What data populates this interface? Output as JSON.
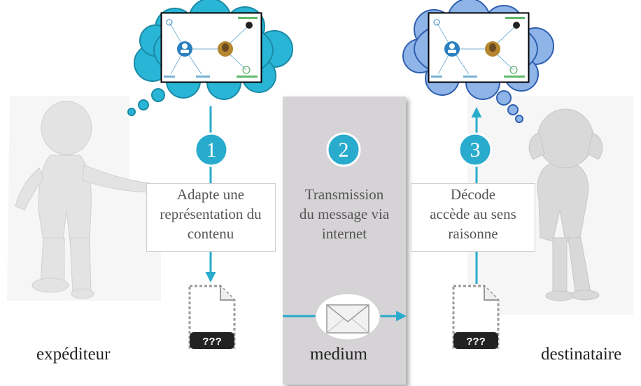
{
  "steps": [
    {
      "number": "1",
      "label_lines": [
        "Adapte une",
        "représentation du",
        "contenu"
      ]
    },
    {
      "number": "2",
      "label_lines": [
        "Transmission",
        "du message via",
        "internet"
      ]
    },
    {
      "number": "3",
      "label_lines": [
        "Décode",
        "accède au sens",
        "raisonne"
      ]
    }
  ],
  "roles": {
    "sender": "expéditeur",
    "medium": "medium",
    "receiver": "destinataire"
  },
  "file_badge": "???",
  "colors": {
    "accent": "#29abcd",
    "cloud_sender": "#29b6d6",
    "cloud_receiver": "#4b7fd1",
    "medium_panel": "#d6d3d6",
    "file_badge_bg": "#222222"
  },
  "icons": [
    "person-sender-figure",
    "person-receiver-figure",
    "thought-cloud",
    "concept-map-thumbnail",
    "unknown-file-icon",
    "envelope-icon"
  ]
}
